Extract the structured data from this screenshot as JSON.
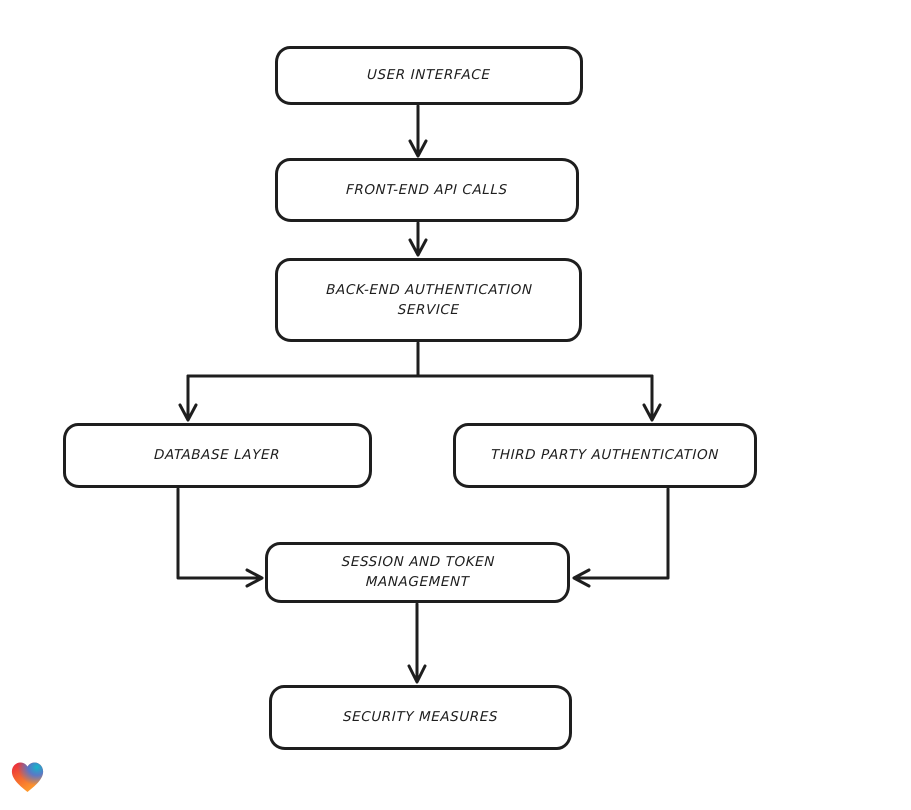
{
  "page": {
    "background_color": "#ffffff",
    "stroke_color": "#1e1e1e",
    "node_fill_color": "#ffffff"
  },
  "diagram": {
    "type": "flowchart",
    "nodes": [
      {
        "id": "user-interface",
        "label": "USER INTERFACE"
      },
      {
        "id": "front-end-api-calls",
        "label": "FRONT-END API CALLS"
      },
      {
        "id": "back-end-auth-service",
        "label": "BACK-END AUTHENTICATION SERVICE"
      },
      {
        "id": "database-layer",
        "label": "DATABASE LAYER"
      },
      {
        "id": "third-party-auth",
        "label": "THIRD PARTY AUTHENTICATION"
      },
      {
        "id": "session-token-management",
        "label": "SESSION AND TOKEN MANAGEMENT"
      },
      {
        "id": "security-measures",
        "label": "SECURITY MEASURES"
      }
    ],
    "edges": [
      {
        "from": "user-interface",
        "to": "front-end-api-calls"
      },
      {
        "from": "front-end-api-calls",
        "to": "back-end-auth-service"
      },
      {
        "from": "back-end-auth-service",
        "to": "database-layer"
      },
      {
        "from": "back-end-auth-service",
        "to": "third-party-auth"
      },
      {
        "from": "database-layer",
        "to": "session-token-management"
      },
      {
        "from": "third-party-auth",
        "to": "session-token-management"
      },
      {
        "from": "session-token-management",
        "to": "security-measures"
      }
    ]
  },
  "branding": {
    "logo": "lovable-heart-logo",
    "logo_colors": {
      "red": "#e9243f",
      "orange": "#ff9e2c",
      "teal": "#14b8c8",
      "blue": "#3f7ae0"
    }
  }
}
